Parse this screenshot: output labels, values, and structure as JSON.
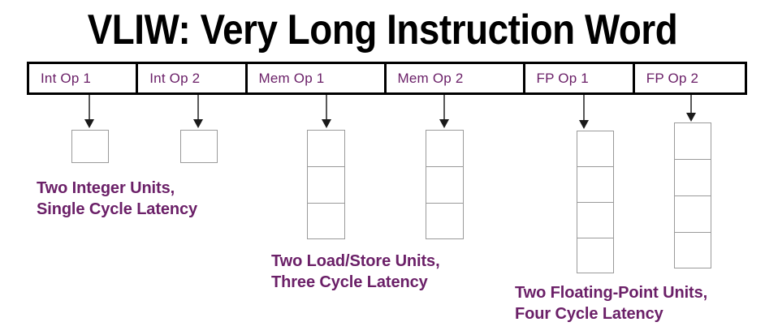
{
  "slide": {
    "title": "VLIW: Very Long Instruction Word",
    "accent_color": "#6B2068",
    "border_color": "#000000",
    "unit_border_color": "#9A9A9A",
    "background": "#FFFFFF"
  },
  "instruction_word": {
    "slots": [
      {
        "label": "Int Op 1",
        "kind": "integer"
      },
      {
        "label": "Int Op 2",
        "kind": "integer"
      },
      {
        "label": "Mem Op 1",
        "kind": "memory"
      },
      {
        "label": "Mem Op 2",
        "kind": "memory"
      },
      {
        "label": "FP Op 1",
        "kind": "float"
      },
      {
        "label": "FP Op 2",
        "kind": "float"
      }
    ]
  },
  "functional_units": [
    {
      "name": "integer-unit-1",
      "slot": "Int Op 1",
      "stages": 1
    },
    {
      "name": "integer-unit-2",
      "slot": "Int Op 2",
      "stages": 1
    },
    {
      "name": "load-store-unit-1",
      "slot": "Mem Op 1",
      "stages": 3
    },
    {
      "name": "load-store-unit-2",
      "slot": "Mem Op 2",
      "stages": 3
    },
    {
      "name": "floating-point-unit-1",
      "slot": "FP Op 1",
      "stages": 4
    },
    {
      "name": "floating-point-unit-2",
      "slot": "FP Op 2",
      "stages": 4
    }
  ],
  "captions": {
    "integer": "Two Integer Units,\nSingle Cycle Latency",
    "memory": "Two Load/Store Units,\nThree Cycle Latency",
    "float": "Two Floating-Point Units,\nFour Cycle Latency"
  },
  "arrows": {
    "count": 6,
    "direction": "down",
    "description": "issue arrow from instruction word slot to functional unit"
  }
}
